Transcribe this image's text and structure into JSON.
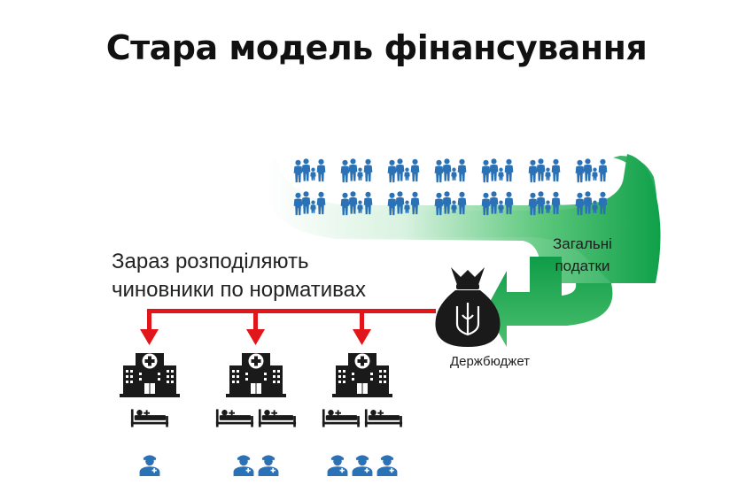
{
  "title": "Стара модель фінансування",
  "caption": {
    "line1": "Зараз розподіляють",
    "line2": "чиновники по нормативах"
  },
  "taxes_label": {
    "line1": "Загальні",
    "line2": "податки"
  },
  "budget_label": "Держбюджет",
  "colors": {
    "people": "#2a72b5",
    "green_dark": "#0fa04a",
    "green_light": "#e8f7ec",
    "arrow": "#e0161b",
    "building": "#1a1a1a",
    "doctor": "#2a72b5"
  },
  "groups": [
    {
      "beds": 1,
      "doctors": 1
    },
    {
      "beds": 2,
      "doctors": 2
    },
    {
      "beds": 2,
      "doctors": 3
    }
  ]
}
